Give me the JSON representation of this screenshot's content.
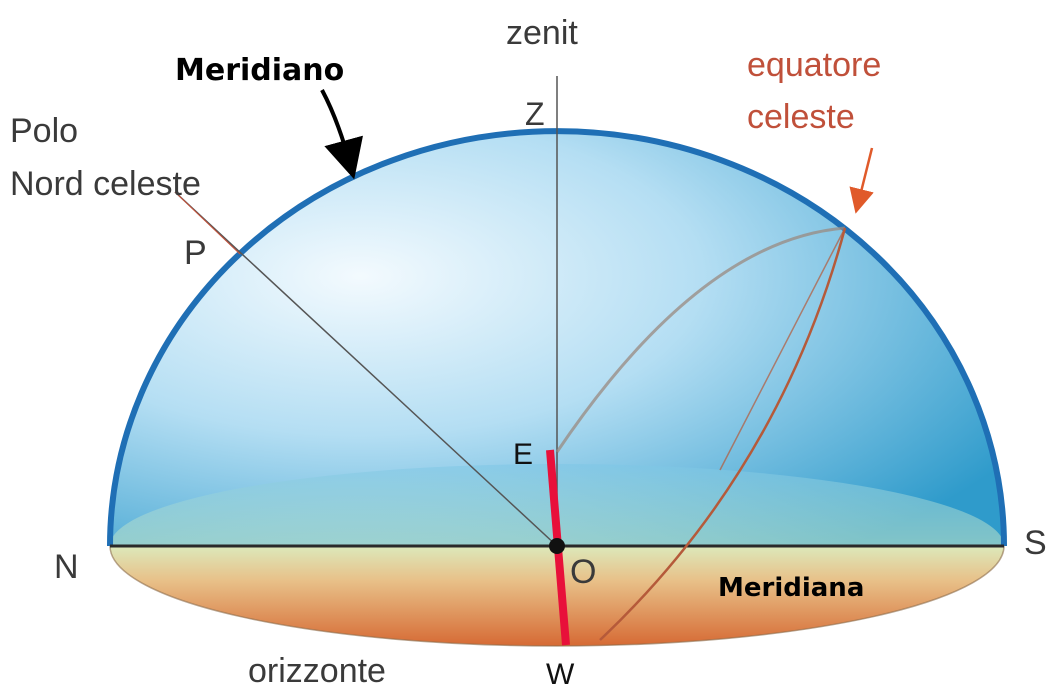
{
  "labels": {
    "zenit": "zenit",
    "z": "Z",
    "polo_line1": "Polo",
    "polo_line2": "Nord celeste",
    "p": "P",
    "meridiano": "Meridiano",
    "equatore_line1": "equatore",
    "equatore_line2": "celeste",
    "e": "E",
    "n": "N",
    "s": "S",
    "o": "O",
    "w": "W",
    "meridiana": "Meridiana",
    "orizzonte": "orizzonte"
  },
  "colors": {
    "dome_outline": "#1f6fb5",
    "dome_light": "#eef7fd",
    "dome_mid": "#9fd3ef",
    "dome_dark": "#3fa6d2",
    "horizon_top": "#d9e6b8",
    "horizon_bottom": "#d8733a",
    "meridiana_line": "#e8103a",
    "equator": "#c0503a",
    "axis": "#555555"
  }
}
